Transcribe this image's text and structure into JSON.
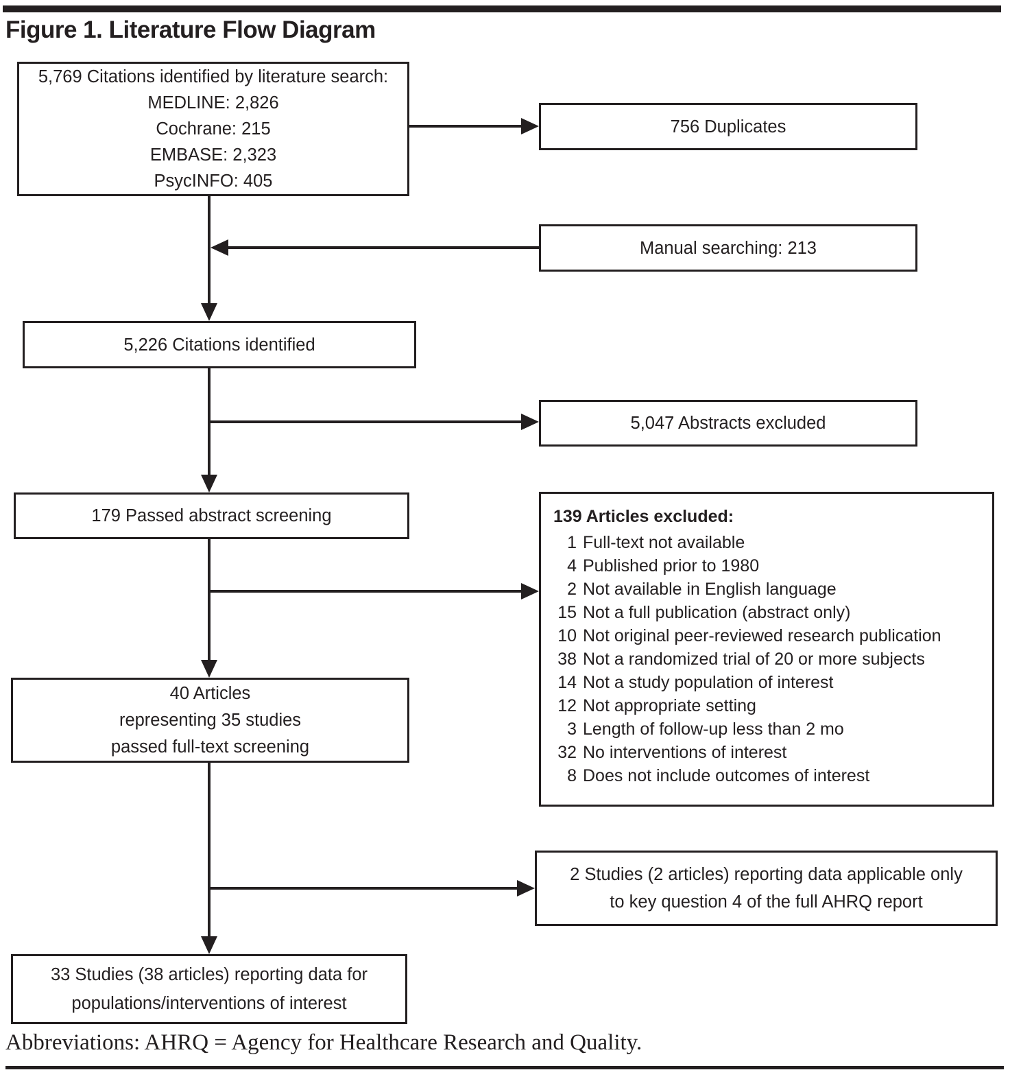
{
  "figure": {
    "title": "Figure 1. Literature Flow Diagram",
    "footnote": "Abbreviations: AHRQ = Agency for Healthcare Research and Quality."
  },
  "colors": {
    "ink": "#231f20",
    "paper": "#ffffff"
  },
  "flow": {
    "search": {
      "line1": "5,769 Citations identified by literature search:",
      "sources": [
        "MEDLINE: 2,826",
        "Cochrane: 215",
        "EMBASE: 2,323",
        "PsycINFO: 405"
      ]
    },
    "duplicates": "756 Duplicates",
    "manual_searching": "Manual searching: 213",
    "citations_identified": "5,226 Citations identified",
    "abstracts_excluded": "5,047 Abstracts excluded",
    "passed_abstract_screening": "179 Passed abstract screening",
    "articles_excluded": {
      "header": "139 Articles excluded:",
      "reasons": [
        {
          "n": "1",
          "reason": "Full-text not available"
        },
        {
          "n": "4",
          "reason": "Published prior to 1980"
        },
        {
          "n": "2",
          "reason": "Not available in English language"
        },
        {
          "n": "15",
          "reason": "Not a full publication (abstract only)"
        },
        {
          "n": "10",
          "reason": "Not original peer-reviewed research publication"
        },
        {
          "n": "38",
          "reason": "Not a randomized trial of 20 or more subjects"
        },
        {
          "n": "14",
          "reason": "Not a study population of interest"
        },
        {
          "n": "12",
          "reason": "Not appropriate setting"
        },
        {
          "n": "3",
          "reason": "Length of follow-up less than 2 mo"
        },
        {
          "n": "32",
          "reason": "No interventions of interest"
        },
        {
          "n": "8",
          "reason": "Does not include outcomes of interest"
        }
      ]
    },
    "passed_fulltext": {
      "lines": [
        "40 Articles",
        "representing 35 studies",
        "passed full-text screening"
      ]
    },
    "kq4_only": {
      "lines": [
        "2 Studies (2 articles) reporting data applicable only",
        "to key question 4 of the full AHRQ report"
      ]
    },
    "final": {
      "lines": [
        "33 Studies (38 articles) reporting data for",
        "populations/interventions of interest"
      ]
    }
  }
}
